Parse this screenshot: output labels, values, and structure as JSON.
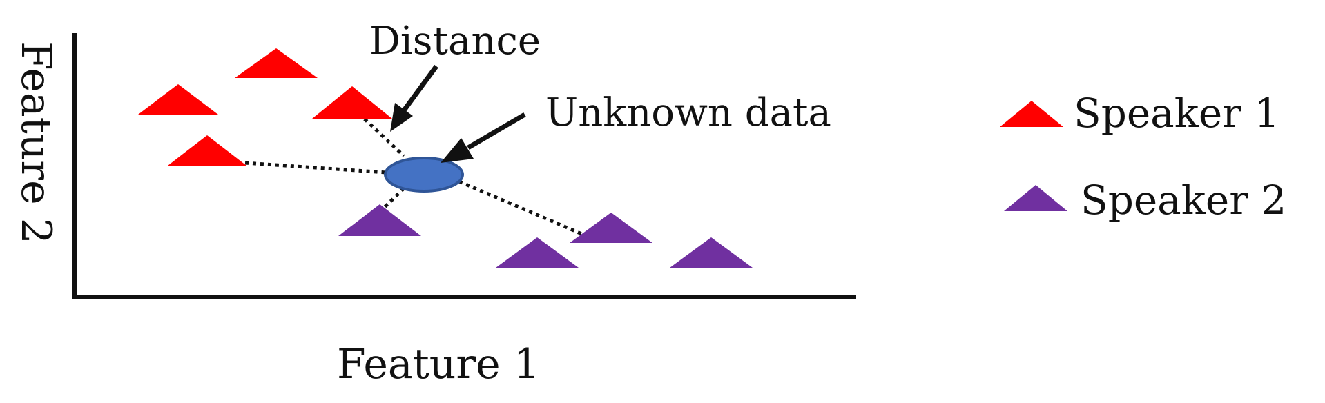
{
  "axes": {
    "xlabel": "Feature 1",
    "ylabel": "Feature 2"
  },
  "annotations": {
    "distance": "Distance",
    "unknown": "Unknown data"
  },
  "legend": {
    "speaker1": "Speaker 1",
    "speaker2": "Speaker 2"
  },
  "colors": {
    "speaker1": "#ff0000",
    "speaker2": "#7030a0",
    "unknown_fill": "#4472c4",
    "unknown_stroke": "#2f5597",
    "axis": "#111111"
  }
}
